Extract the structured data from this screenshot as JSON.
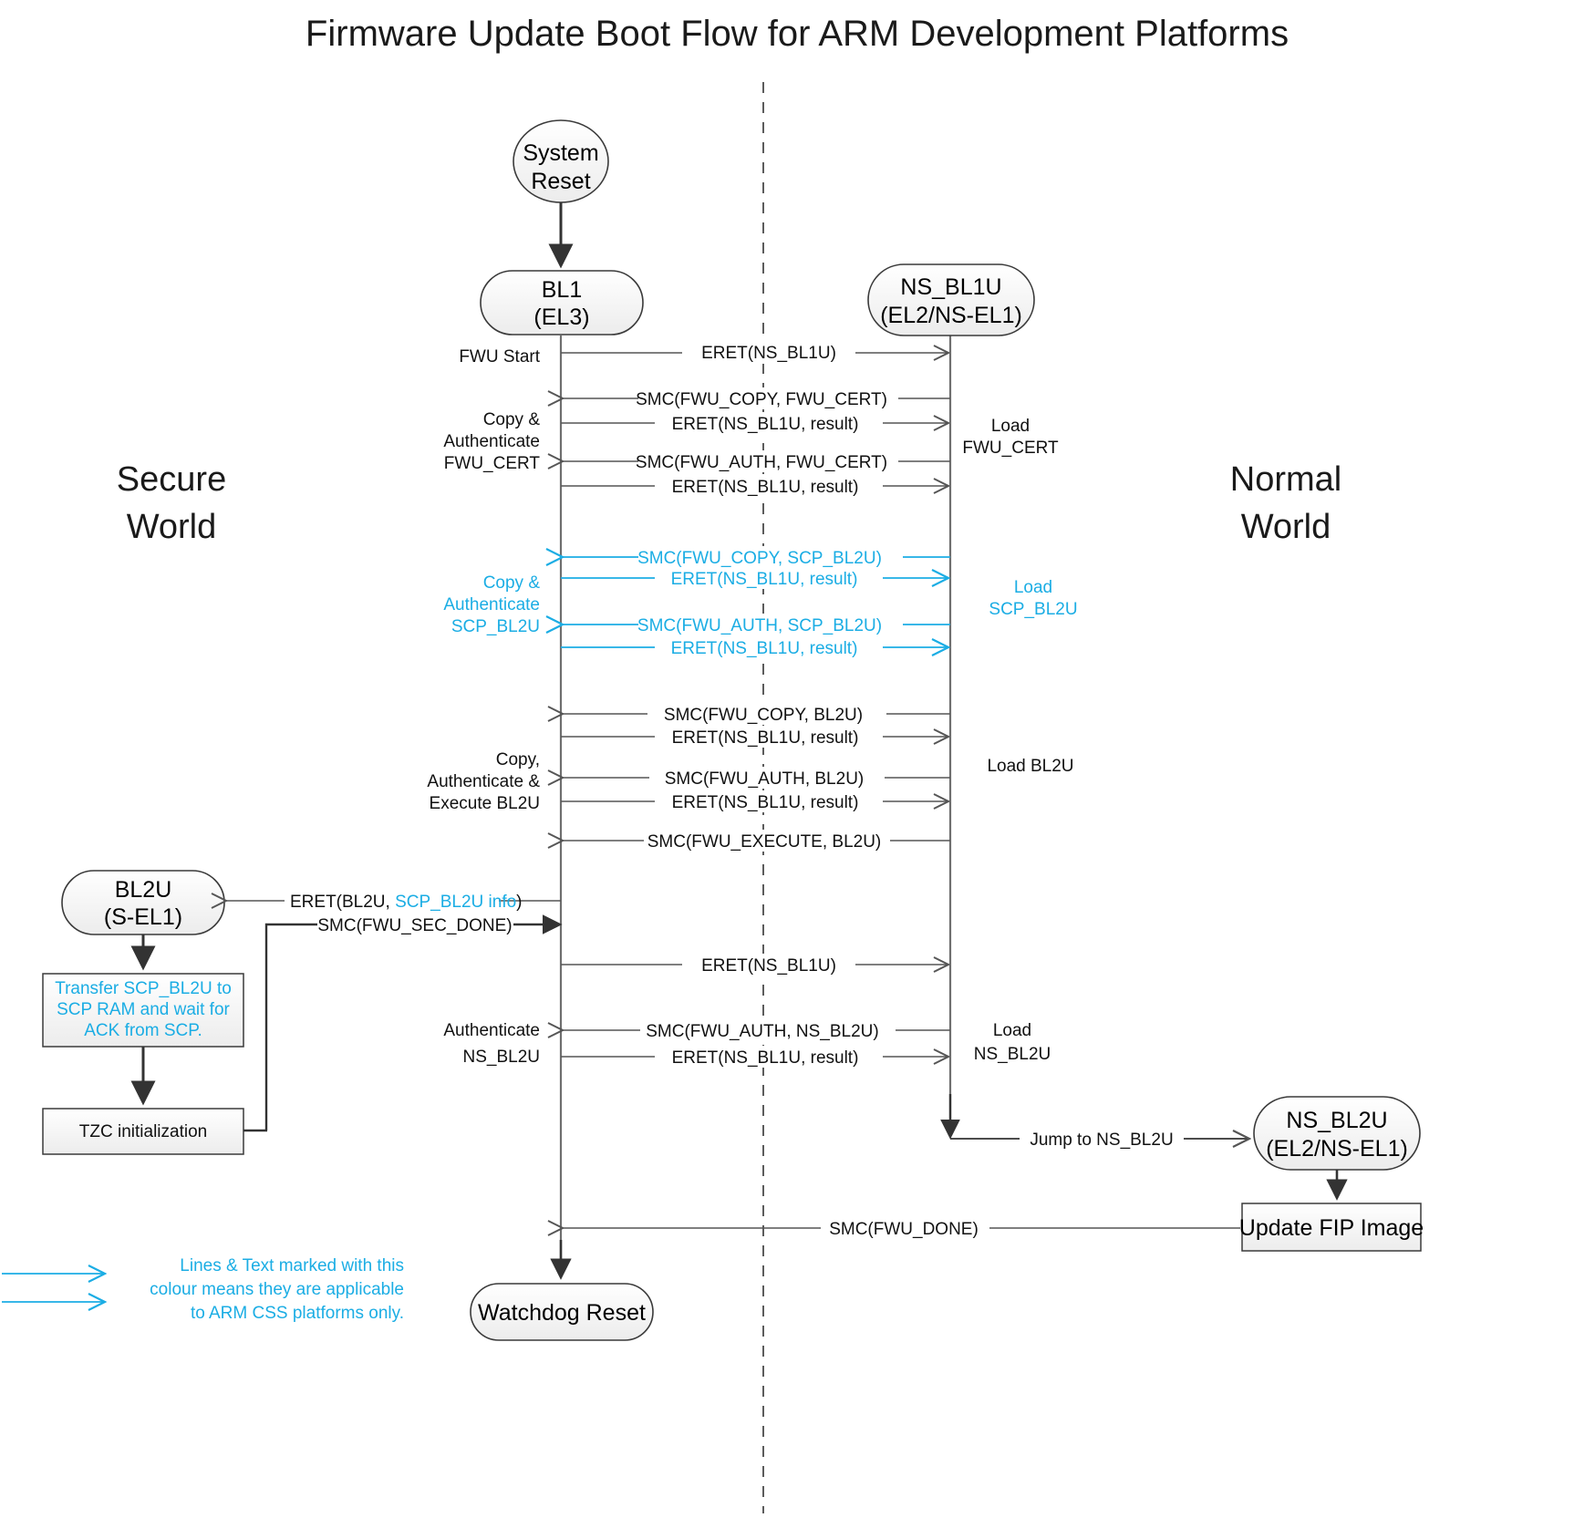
{
  "title": "Firmware Update Boot Flow for ARM Development Platforms",
  "colors": {
    "css_highlight": "#1BADE4",
    "line": "#555555",
    "dark_line": "#333333",
    "text": "#111111",
    "node_fill_top": "#fcfcfc",
    "node_fill_bottom": "#efefef",
    "node_stroke": "#3a3a3a"
  },
  "worlds": {
    "secure_line1": "Secure",
    "secure_line2": "World",
    "normal_line1": "Normal",
    "normal_line2": "World"
  },
  "nodes": {
    "system_reset": {
      "line1": "System",
      "line2": "Reset"
    },
    "bl1": {
      "line1": "BL1",
      "line2": "(EL3)"
    },
    "ns_bl1u": {
      "line1": "NS_BL1U",
      "line2": "(EL2/NS-EL1)"
    },
    "bl2u": {
      "line1": "BL2U",
      "line2": "(S-EL1)"
    },
    "ns_bl2u": {
      "line1": "NS_BL2U",
      "line2": "(EL2/NS-EL1)"
    },
    "watchdog_reset": {
      "line1": "Watchdog Reset"
    }
  },
  "boxes": {
    "transfer_scp": {
      "line1": "Transfer SCP_BL2U to",
      "line2": "SCP RAM and wait for",
      "line3": "ACK from SCP."
    },
    "tzc_init": {
      "line1": "TZC initialization"
    },
    "update_fip": {
      "line1": "Update FIP Image"
    }
  },
  "messages": [
    {
      "id": "m1",
      "label": "ERET(NS_BL1U)",
      "dir": "right",
      "css": false
    },
    {
      "id": "m2",
      "label": "SMC(FWU_COPY, FWU_CERT)",
      "dir": "left",
      "css": false
    },
    {
      "id": "m3",
      "label": "ERET(NS_BL1U, result)",
      "dir": "right",
      "css": false
    },
    {
      "id": "m4",
      "label": "SMC(FWU_AUTH, FWU_CERT)",
      "dir": "left",
      "css": false
    },
    {
      "id": "m5",
      "label": "ERET(NS_BL1U, result)",
      "dir": "right",
      "css": false
    },
    {
      "id": "m6",
      "label": "SMC(FWU_COPY, SCP_BL2U)",
      "dir": "left",
      "css": true
    },
    {
      "id": "m7",
      "label": "ERET(NS_BL1U, result)",
      "dir": "right",
      "css": true
    },
    {
      "id": "m8",
      "label": "SMC(FWU_AUTH, SCP_BL2U)",
      "dir": "left",
      "css": true
    },
    {
      "id": "m9",
      "label": "ERET(NS_BL1U, result)",
      "dir": "right",
      "css": true
    },
    {
      "id": "m10",
      "label": "SMC(FWU_COPY, BL2U)",
      "dir": "left",
      "css": false
    },
    {
      "id": "m11",
      "label": "ERET(NS_BL1U, result)",
      "dir": "right",
      "css": false
    },
    {
      "id": "m12",
      "label": "SMC(FWU_AUTH, BL2U)",
      "dir": "left",
      "css": false
    },
    {
      "id": "m13",
      "label": "ERET(NS_BL1U, result)",
      "dir": "right",
      "css": false
    },
    {
      "id": "m14",
      "label": "SMC(FWU_EXECUTE, BL2U)",
      "dir": "left",
      "css": false
    },
    {
      "id": "m15",
      "label_a": "ERET(BL2U, ",
      "label_b": "SCP_BL2U info",
      "label_c": ")",
      "dir": "left",
      "css": "mixed"
    },
    {
      "id": "m16",
      "label": "SMC(FWU_SEC_DONE)",
      "dir": "right",
      "css": false
    },
    {
      "id": "m17",
      "label": "ERET(NS_BL1U)",
      "dir": "right",
      "css": false
    },
    {
      "id": "m18",
      "label": "SMC(FWU_AUTH, NS_BL2U)",
      "dir": "left",
      "css": false
    },
    {
      "id": "m19",
      "label": "ERET(NS_BL1U, result)",
      "dir": "right",
      "css": false
    },
    {
      "id": "m20",
      "label": "Jump to NS_BL2U",
      "dir": "right",
      "css": false
    },
    {
      "id": "m21",
      "label": "SMC(FWU_DONE)",
      "dir": "left",
      "css": false
    }
  ],
  "side_labels": {
    "left": [
      {
        "id": "fwu_start",
        "lines": [
          "FWU Start"
        ],
        "css": false
      },
      {
        "id": "copy_auth_cert",
        "lines": [
          "Copy &",
          "Authenticate",
          "FWU_CERT"
        ],
        "css": false
      },
      {
        "id": "copy_auth_scp",
        "lines": [
          "Copy &",
          "Authenticate",
          "SCP_BL2U"
        ],
        "css": true
      },
      {
        "id": "copy_auth_exec_bl2u",
        "lines": [
          "Copy,",
          "Authenticate &",
          "Execute BL2U"
        ],
        "css": false
      },
      {
        "id": "auth_ns_bl2u",
        "lines": [
          "Authenticate",
          "NS_BL2U"
        ],
        "css": false
      }
    ],
    "right": [
      {
        "id": "load_fwu_cert",
        "lines": [
          "Load",
          "FWU_CERT"
        ],
        "css": false
      },
      {
        "id": "load_scp_bl2u",
        "lines": [
          "Load",
          "SCP_BL2U"
        ],
        "css": true
      },
      {
        "id": "load_bl2u",
        "lines": [
          "Load BL2U"
        ],
        "css": false
      },
      {
        "id": "load_ns_bl2u",
        "lines": [
          "Load",
          "NS_BL2U"
        ],
        "css": false
      }
    ]
  },
  "legend": {
    "line1": "Lines & Text marked with this",
    "line2": "colour means they are applicable",
    "line3": "to ARM CSS platforms only."
  }
}
